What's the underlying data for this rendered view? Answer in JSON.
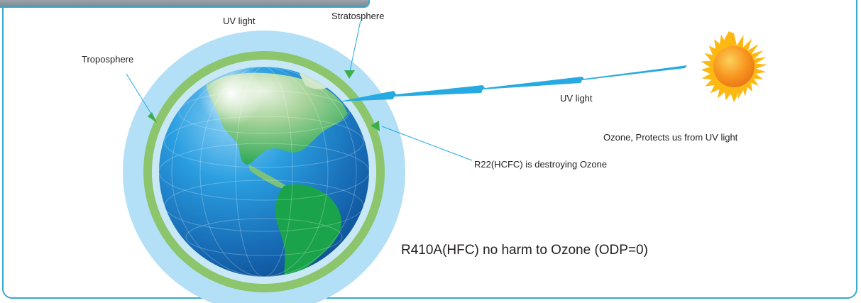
{
  "labels": {
    "uv_light_top": "UV light",
    "stratosphere": "Stratosphere",
    "troposphere": "Troposphere",
    "uv_light_beam": "UV light",
    "ozone_protects": "Ozone, Protects us from UV light",
    "r22_destroying": "R22(HCFC) is destroying  Ozone",
    "r410a_no_harm": "R410A(HFC) no harm to Ozone (ODP=0)"
  },
  "colors": {
    "frame_border": "#39a9c9",
    "outer_atmosphere": "#b3e0f7",
    "ozone_ring": "#8cc56c",
    "ocean": "#1a7fc9",
    "land": "#3cae4d",
    "uv_beam": "#27aae1",
    "sun": "#f7941d",
    "sun_rays": "#fdb813",
    "pointer_arrow": "#3dae49",
    "leader_line": "#27aae1"
  }
}
